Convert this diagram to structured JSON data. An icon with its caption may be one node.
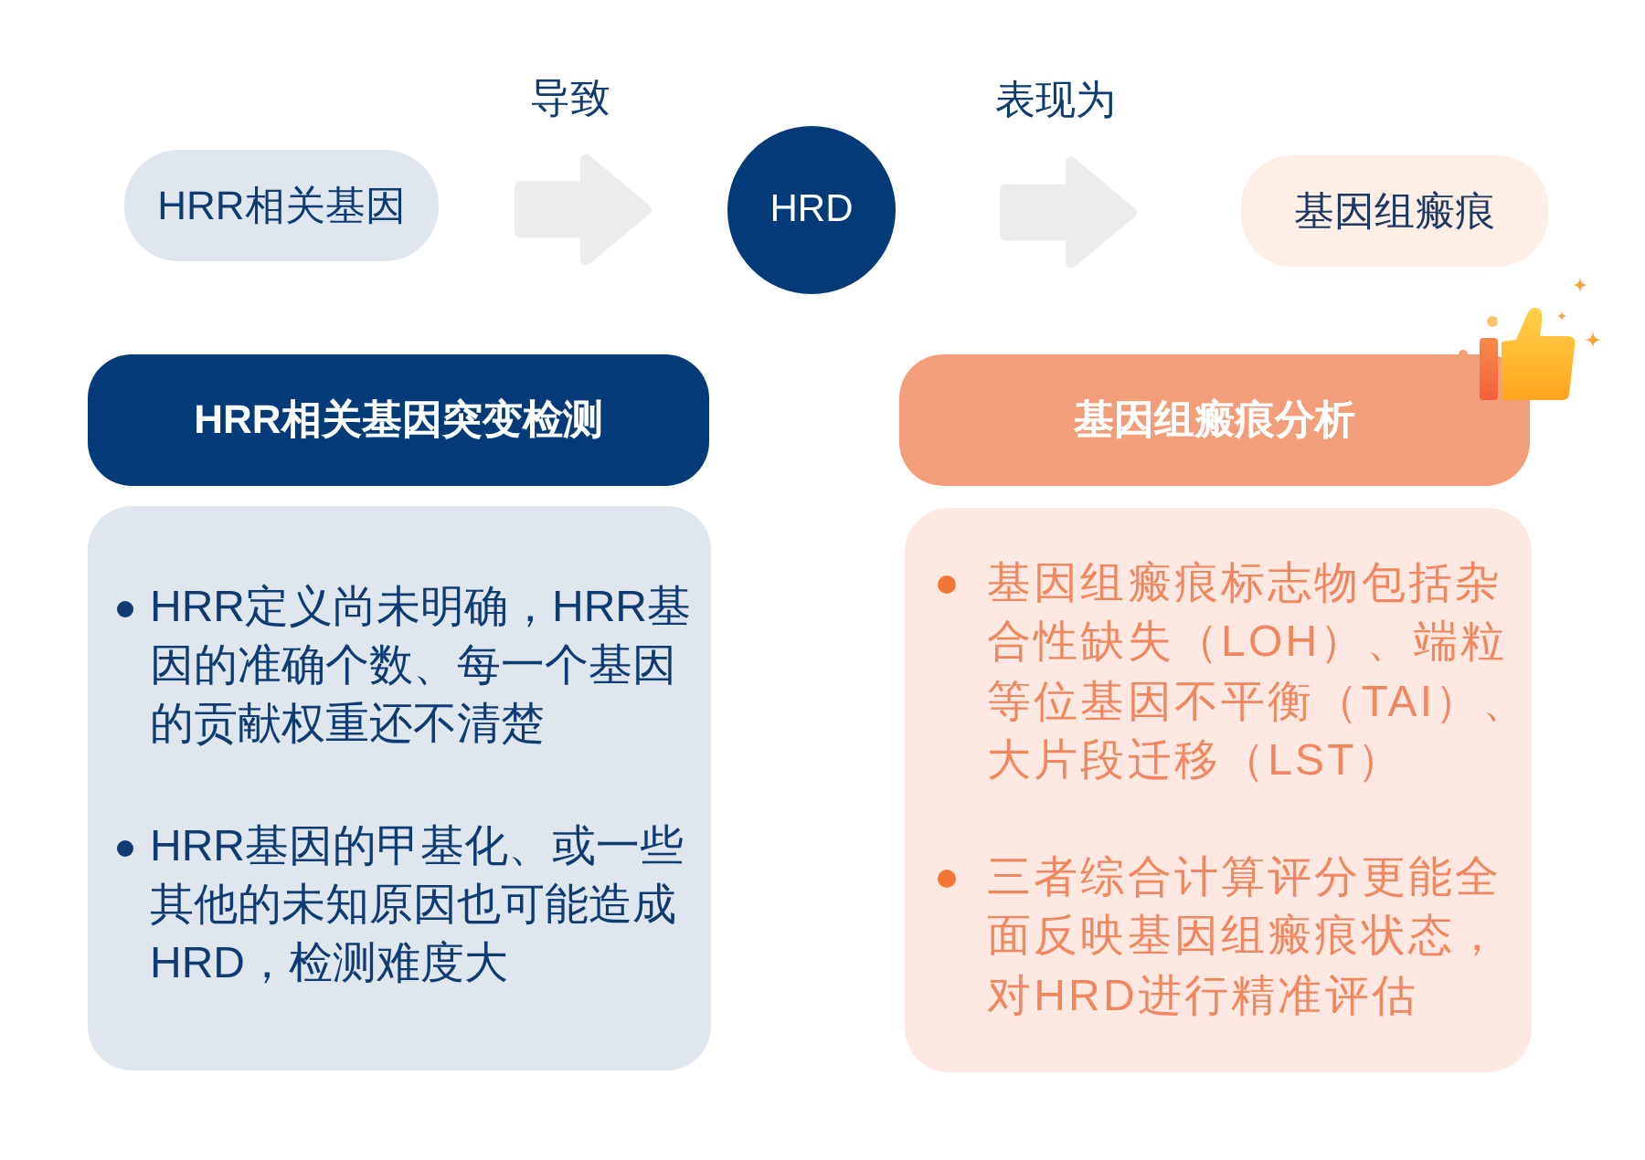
{
  "diagram": {
    "nodes": [
      {
        "text": [
          "HRR相关基因"
        ]
      },
      {
        "text": [
          "HRD"
        ]
      },
      {
        "text": [
          "基因组瘢痕"
        ]
      },
      {
        "text": [
          "HRR相关基因突变检测"
        ]
      },
      {
        "text": [
          "HRR定义尚未明确，HRR基因的准确个数、每一个基因的贡献权重还不清楚",
          "HRR基因的甲基化、或一些其他的未知原因也可能造成HRD，检测难度大"
        ]
      },
      {
        "text": [
          "基因组瘢痕分析"
        ]
      },
      {
        "text": [
          "基因组瘢痕标志物包括杂合性缺失（LOH）、端粒等位基因不平衡（TAI）、大片段迁移（LST）",
          "三者综合计算评分更能全面反映基因组瘢痕状态，对HRD进行精准评估"
        ]
      }
    ],
    "edges": [
      {
        "from": 0,
        "to": 1,
        "arrow": "to",
        "label": "导致"
      },
      {
        "from": 1,
        "to": 2,
        "arrow": "to",
        "label": "表现为"
      }
    ]
  }
}
